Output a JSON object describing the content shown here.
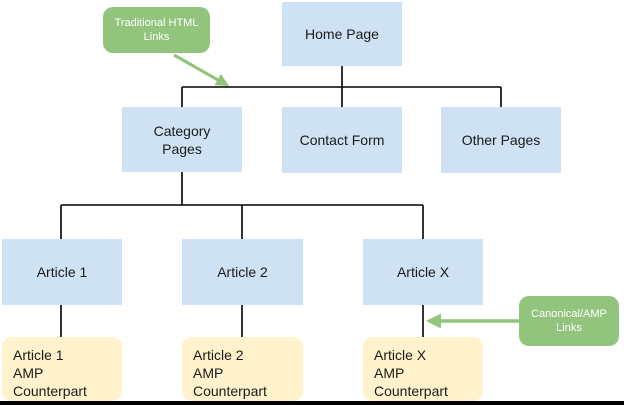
{
  "diagram": {
    "page_boxes": {
      "home": "Home Page",
      "category": "Category Pages",
      "contact": "Contact Form",
      "other": "Other Pages",
      "article1": "Article 1",
      "article2": "Article 2",
      "articleX": "Article X"
    },
    "amp_boxes": {
      "amp1": "Article 1\nAMP\nCounterpart",
      "amp2": "Article 2\nAMP\nCounterpart",
      "ampX": "Article X\nAMP\nCounterpart"
    },
    "callouts": {
      "traditional": "Traditional HTML\nLinks",
      "canonical": "Canonical/AMP\nLinks"
    },
    "colors": {
      "page_box_fill": "#cfe2f3",
      "amp_box_fill": "#fff2cc",
      "callout_fill": "#93c47d",
      "callout_text": "#ffffff",
      "connector": "#000000",
      "arrow": "#93c47d",
      "background": "#ffffff",
      "bottom_bar": "#000000"
    }
  }
}
